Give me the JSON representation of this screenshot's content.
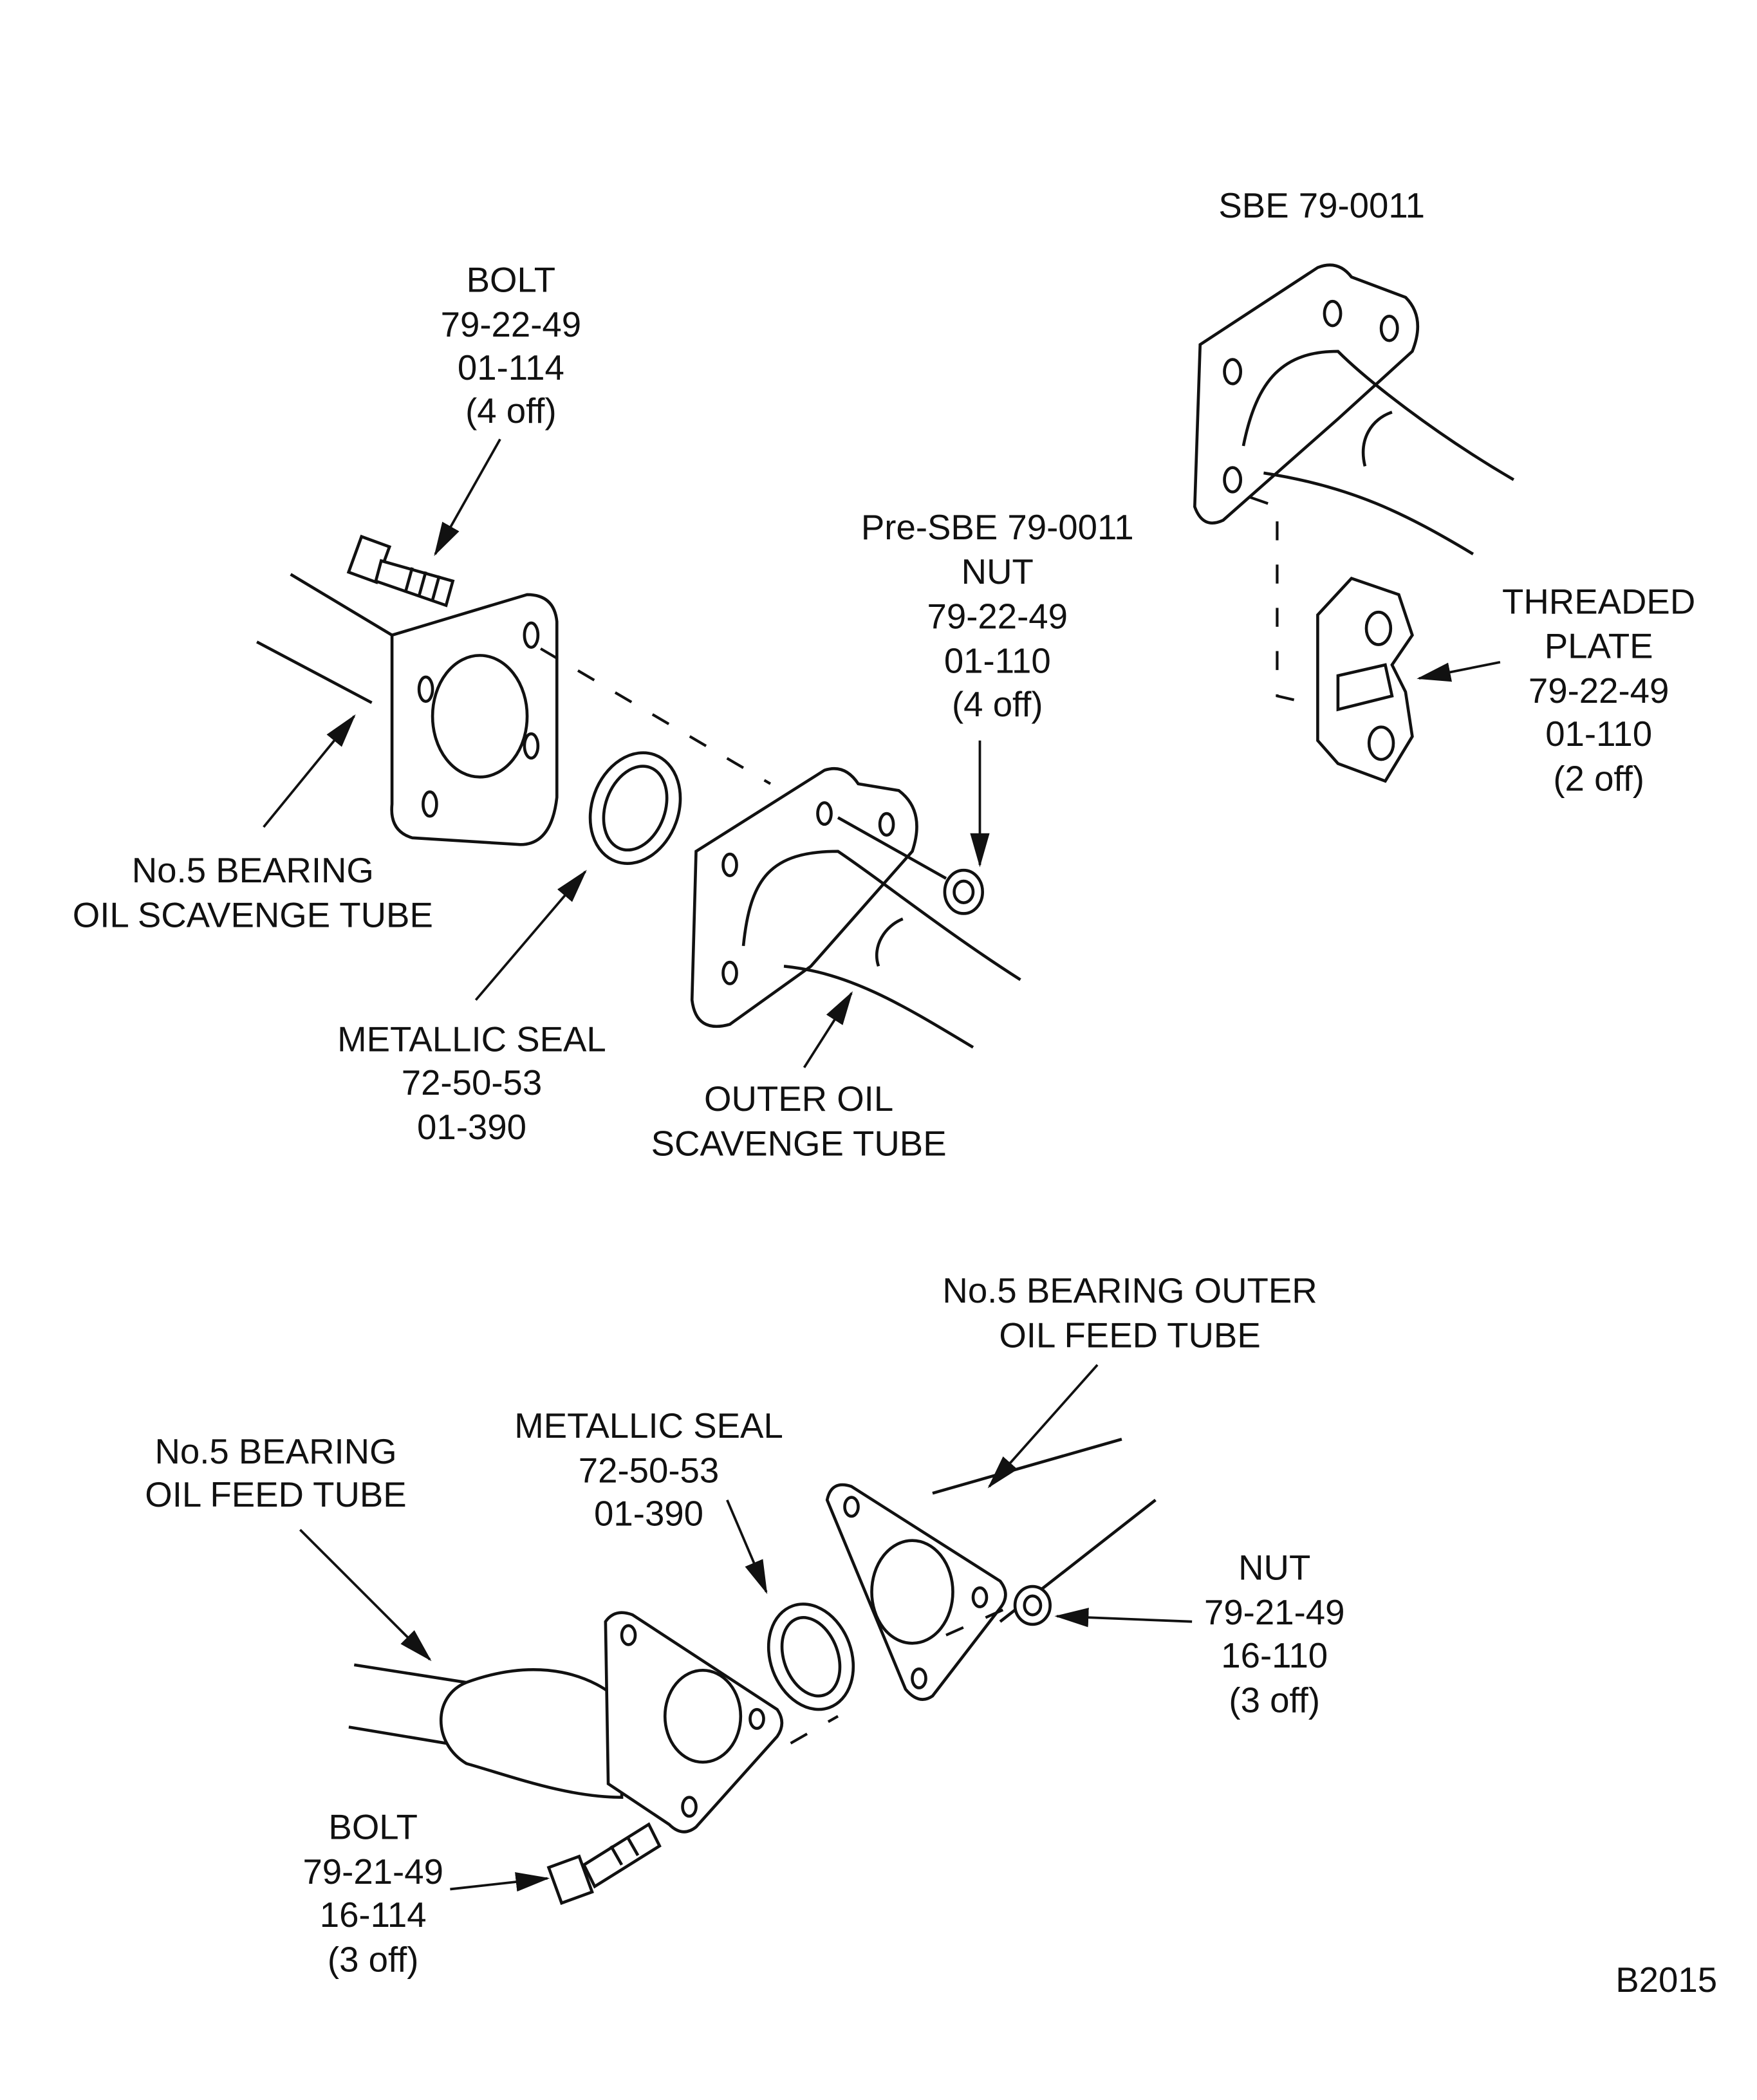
{
  "figure_id": "B2015",
  "labels": {
    "sbe": "SBE 79-0011",
    "bolt_top": [
      "BOLT",
      "79-22-49",
      "01-114",
      "(4 off)"
    ],
    "nut_top": [
      "Pre-SBE 79-0011",
      "NUT",
      "79-22-49",
      "01-110",
      "(4 off)"
    ],
    "threaded_plate": [
      "THREADED",
      "PLATE",
      "79-22-49",
      "01-110",
      "(2 off)"
    ],
    "scavenge_tube": [
      "No.5 BEARING",
      "OIL SCAVENGE TUBE"
    ],
    "seal_top": [
      "METALLIC SEAL",
      "72-50-53",
      "01-390"
    ],
    "outer_scavenge_tube": [
      "OUTER OIL",
      "SCAVENGE TUBE"
    ],
    "outer_feed_tube": [
      "No.5 BEARING OUTER",
      "OIL FEED TUBE"
    ],
    "feed_tube": [
      "No.5 BEARING",
      "OIL FEED TUBE"
    ],
    "seal_bottom": [
      "METALLIC SEAL",
      "72-50-53",
      "01-390"
    ],
    "nut_bottom": [
      "NUT",
      "79-21-49",
      "16-110",
      "(3 off)"
    ],
    "bolt_bottom": [
      "BOLT",
      "79-21-49",
      "16-114",
      "(3 off)"
    ]
  }
}
